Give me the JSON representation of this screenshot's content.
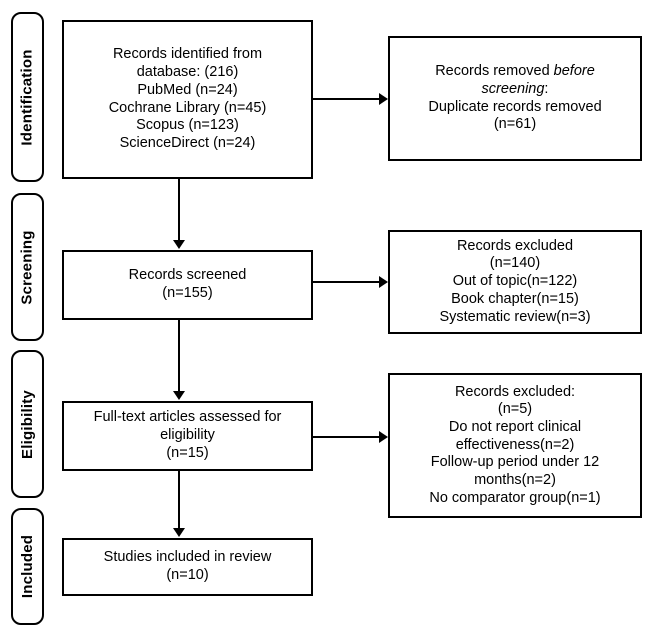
{
  "diagram": {
    "type": "prisma-flow-diagram",
    "background_color": "#ffffff",
    "line_color": "#000000",
    "stages": [
      {
        "key": "identification",
        "label": "Identification"
      },
      {
        "key": "screening",
        "label": "Screening"
      },
      {
        "key": "eligibility",
        "label": "Eligibility"
      },
      {
        "key": "included",
        "label": "Included"
      }
    ],
    "boxes": {
      "records_identified": "Records identified from\ndatabase: (216)\nPubMed (n=24)\nCochrane Library (n=45)\nScopus (n=123)\nScienceDirect (n=24)",
      "records_removed_line1_prefix": "Records removed ",
      "records_removed_line1_italic": "before",
      "records_removed_line2_italic": "screening",
      "records_removed_line2_suffix": ":",
      "records_removed_rest": "Duplicate records removed\n(n=61)",
      "records_screened": "Records screened\n(n=155)",
      "records_excluded_screening": "Records excluded\n(n=140)\nOut of topic(n=122)\nBook chapter(n=15)\nSystematic review(n=3)",
      "fulltext_assessed": "Full-text articles assessed for\neligibility\n(n=15)",
      "records_excluded_eligibility": "Records excluded:\n(n=5)\nDo not report clinical\neffectiveness(n=2)\nFollow-up period under 12\nmonths(n=2)\nNo comparator group(n=1)",
      "studies_included": "Studies included in review\n(n=10)"
    },
    "counts": {
      "total_identified": 216,
      "pubmed": 24,
      "cochrane_library": 45,
      "scopus": 123,
      "sciencedirect": 24,
      "duplicates_removed": 61,
      "records_screened": 155,
      "records_excluded_screening": 140,
      "out_of_topic": 122,
      "book_chapter": 15,
      "systematic_review": 3,
      "fulltext_assessed": 15,
      "records_excluded_eligibility": 5,
      "no_clinical_effectiveness": 2,
      "followup_under_12_months": 2,
      "no_comparator_group": 1,
      "studies_included": 10
    }
  }
}
